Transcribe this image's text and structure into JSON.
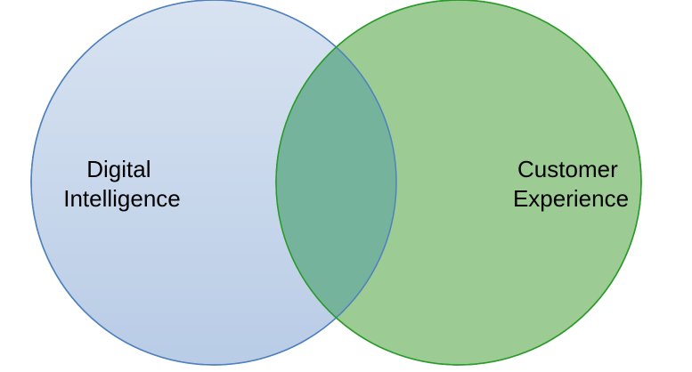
{
  "venn": {
    "sets": [
      {
        "id": "left",
        "label_lines": [
          "Digital",
          "Intelligence"
        ],
        "fill": "#c5d6ec",
        "stroke": "#4f81bd"
      },
      {
        "id": "right",
        "label_lines": [
          "Customer",
          "Experience"
        ],
        "fill": "#9ccc93",
        "stroke": "#2a9a2a"
      }
    ],
    "overlap_fill": "#76b39c"
  }
}
